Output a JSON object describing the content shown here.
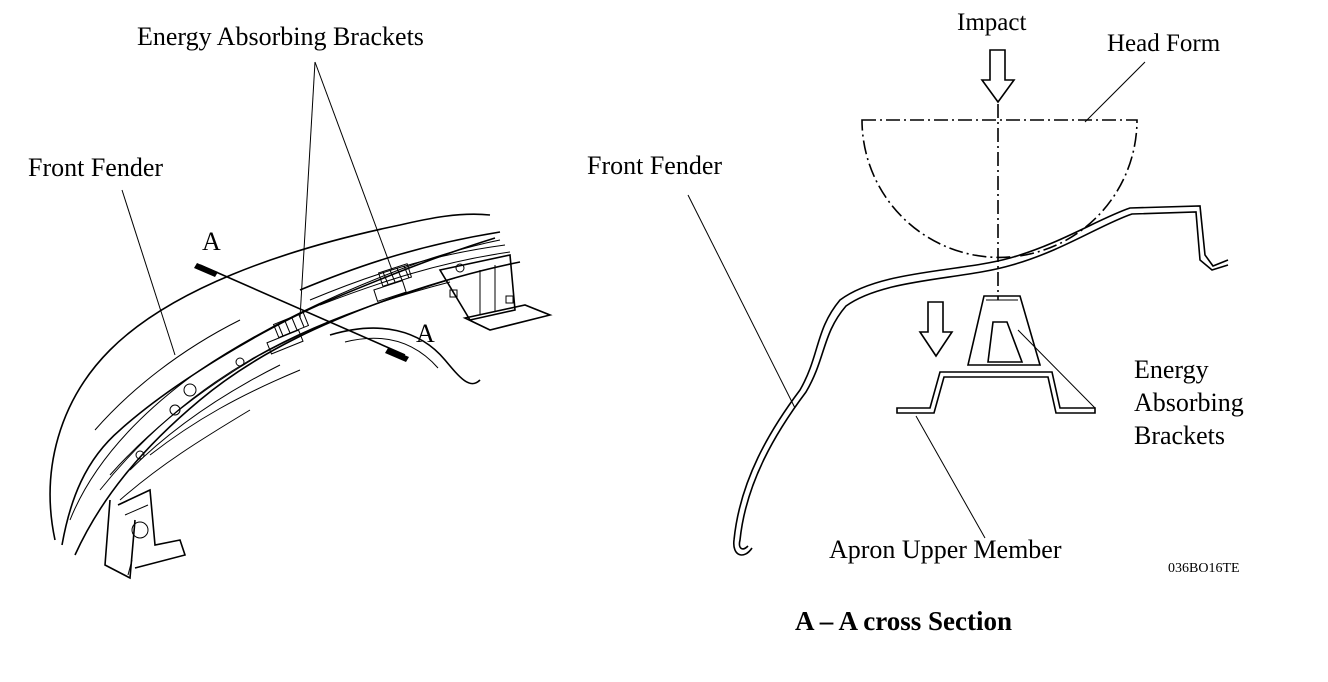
{
  "left_view": {
    "label_brackets": "Energy Absorbing Brackets",
    "label_fender": "Front Fender",
    "section_mark_start": "A",
    "section_mark_end": "A"
  },
  "right_view": {
    "label_impact": "Impact",
    "label_head_form": "Head Form",
    "label_fender": "Front Fender",
    "label_brackets_line1": "Energy",
    "label_brackets_line2": "Absorbing",
    "label_brackets_line3": "Brackets",
    "label_apron": "Apron Upper Member",
    "figure_code": "036BO16TE",
    "caption": "A – A cross Section"
  }
}
